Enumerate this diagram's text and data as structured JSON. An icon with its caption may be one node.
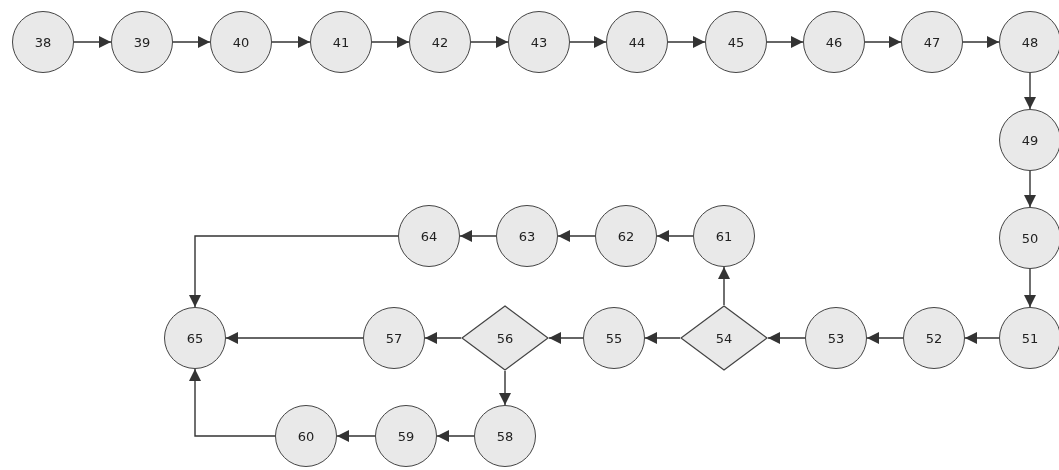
{
  "diagram": {
    "nodes": [
      {
        "text": [
          "38"
        ]
      },
      {
        "text": [
          "39"
        ]
      },
      {
        "text": [
          "40"
        ]
      },
      {
        "text": [
          "41"
        ]
      },
      {
        "text": [
          "42"
        ]
      },
      {
        "text": [
          "43"
        ]
      },
      {
        "text": [
          "44"
        ]
      },
      {
        "text": [
          "45"
        ]
      },
      {
        "text": [
          "46"
        ]
      },
      {
        "text": [
          "47"
        ]
      },
      {
        "text": [
          "48"
        ]
      },
      {
        "text": [
          "49"
        ]
      },
      {
        "text": [
          "50"
        ]
      },
      {
        "text": [
          "51"
        ]
      },
      {
        "text": [
          "52"
        ]
      },
      {
        "text": [
          "53"
        ]
      },
      {
        "text": [
          "54"
        ]
      },
      {
        "text": [
          "55"
        ]
      },
      {
        "text": [
          "56"
        ]
      },
      {
        "text": [
          "57"
        ]
      },
      {
        "text": [
          "58"
        ]
      },
      {
        "text": [
          "59"
        ]
      },
      {
        "text": [
          "60"
        ]
      },
      {
        "text": [
          "61"
        ]
      },
      {
        "text": [
          "62"
        ]
      },
      {
        "text": [
          "63"
        ]
      },
      {
        "text": [
          "64"
        ]
      },
      {
        "text": [
          "65"
        ]
      }
    ],
    "edges": [
      {
        "from": 0,
        "to": 1,
        "arrow": "to"
      },
      {
        "from": 1,
        "to": 2,
        "arrow": "to"
      },
      {
        "from": 2,
        "to": 3,
        "arrow": "to"
      },
      {
        "from": 3,
        "to": 4,
        "arrow": "to"
      },
      {
        "from": 4,
        "to": 5,
        "arrow": "to"
      },
      {
        "from": 5,
        "to": 6,
        "arrow": "to"
      },
      {
        "from": 6,
        "to": 7,
        "arrow": "to"
      },
      {
        "from": 7,
        "to": 8,
        "arrow": "to"
      },
      {
        "from": 8,
        "to": 9,
        "arrow": "to"
      },
      {
        "from": 9,
        "to": 10,
        "arrow": "to"
      },
      {
        "from": 10,
        "to": 11,
        "arrow": "to"
      },
      {
        "from": 11,
        "to": 12,
        "arrow": "to"
      },
      {
        "from": 12,
        "to": 13,
        "arrow": "to"
      },
      {
        "from": 13,
        "to": 14,
        "arrow": "to"
      },
      {
        "from": 14,
        "to": 15,
        "arrow": "to"
      },
      {
        "from": 15,
        "to": 16,
        "arrow": "to"
      },
      {
        "from": 16,
        "to": 17,
        "arrow": "to"
      },
      {
        "from": 16,
        "to": 23,
        "arrow": "to"
      },
      {
        "from": 23,
        "to": 24,
        "arrow": "to"
      },
      {
        "from": 24,
        "to": 25,
        "arrow": "to"
      },
      {
        "from": 25,
        "to": 26,
        "arrow": "to"
      },
      {
        "from": 26,
        "to": 27,
        "arrow": "to"
      },
      {
        "from": 17,
        "to": 18,
        "arrow": "to"
      },
      {
        "from": 18,
        "to": 19,
        "arrow": "to"
      },
      {
        "from": 19,
        "to": 27,
        "arrow": "to"
      },
      {
        "from": 18,
        "to": 20,
        "arrow": "to"
      },
      {
        "from": 20,
        "to": 21,
        "arrow": "to"
      },
      {
        "from": 21,
        "to": 22,
        "arrow": "to"
      },
      {
        "from": 22,
        "to": 27,
        "arrow": "to"
      }
    ]
  }
}
